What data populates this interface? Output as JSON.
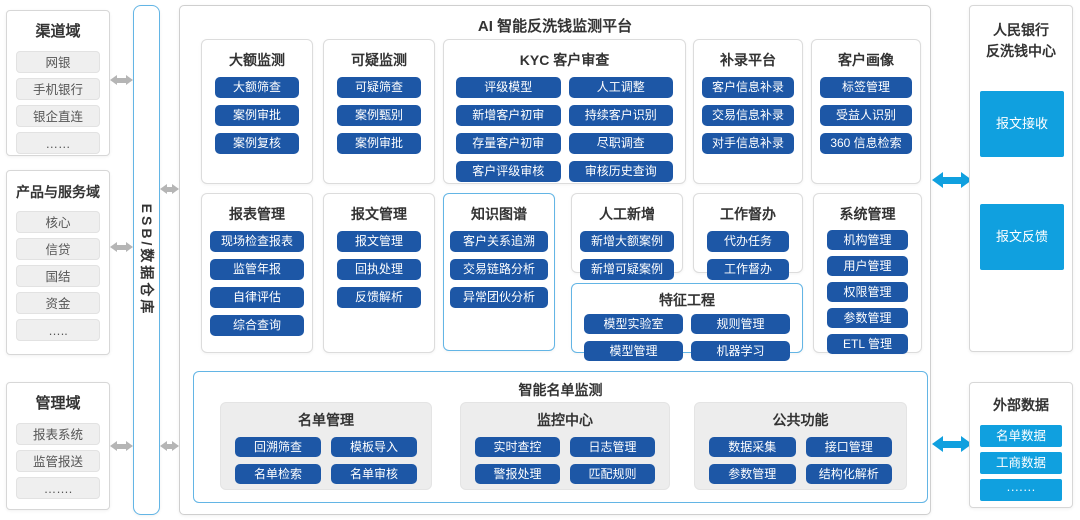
{
  "colors": {
    "module_button_blue": "#1d57a6",
    "bright_cyan_blue": "#10a0df",
    "light_blue_border": "#63b5e5",
    "gray_arrow": "#b5b5b5"
  },
  "left_domains": [
    {
      "title": "渠道域",
      "items": [
        "网银",
        "手机银行",
        "银企直连",
        "……"
      ]
    },
    {
      "title": "产品与服务域",
      "items": [
        "核心",
        "信贷",
        "国结",
        "资金",
        "….."
      ]
    },
    {
      "title": "管理域",
      "items": [
        "报表系统",
        "监管报送",
        "……."
      ]
    }
  ],
  "esb": {
    "label": "ESB/数据仓库"
  },
  "platform": {
    "title": "AI 智能反洗钱监测平台",
    "sections_row1": [
      {
        "title": "大额监测",
        "items": [
          "大额筛查",
          "案例审批",
          "案例复核"
        ]
      },
      {
        "title": "可疑监测",
        "items": [
          "可疑筛查",
          "案例甄别",
          "案例审批"
        ]
      },
      {
        "title": "KYC 客户审查",
        "items": [
          "评级模型",
          "人工调整",
          "新增客户初审",
          "持续客户识别",
          "存量客户初审",
          "尽职调查",
          "客户评级审核",
          "审核历史查询"
        ]
      },
      {
        "title": "补录平台",
        "items": [
          "客户信息补录",
          "交易信息补录",
          "对手信息补录"
        ]
      },
      {
        "title": "客户画像",
        "items": [
          "标签管理",
          "受益人识别",
          "360 信息检索"
        ]
      }
    ],
    "sections_row2": [
      {
        "title": "报表管理",
        "items": [
          "现场检查报表",
          "监管年报",
          "自律评估",
          "综合查询"
        ]
      },
      {
        "title": "报文管理",
        "items": [
          "报文管理",
          "回执处理",
          "反馈解析"
        ]
      },
      {
        "title": "知识图谱",
        "items": [
          "客户关系追溯",
          "交易链路分析",
          "异常团伙分析"
        ]
      },
      {
        "title": "人工新增",
        "items": [
          "新增大额案例",
          "新增可疑案例"
        ]
      },
      {
        "title": "工作督办",
        "items": [
          "代办任务",
          "工作督办"
        ]
      },
      {
        "title": "系统管理",
        "items": [
          "机构管理",
          "用户管理",
          "权限管理",
          "参数管理",
          "ETL 管理"
        ]
      }
    ],
    "feature_engineering": {
      "title": "特征工程",
      "items": [
        "模型实验室",
        "规则管理",
        "模型管理",
        "机器学习"
      ]
    },
    "smart_list": {
      "title": "智能名单监测",
      "groups": [
        {
          "title": "名单管理",
          "items": [
            "回溯筛查",
            "模板导入",
            "名单检索",
            "名单审核"
          ]
        },
        {
          "title": "监控中心",
          "items": [
            "实时查控",
            "日志管理",
            "警报处理",
            "匹配规则"
          ]
        },
        {
          "title": "公共功能",
          "items": [
            "数据采集",
            "接口管理",
            "参数管理",
            "结构化解析"
          ]
        }
      ]
    }
  },
  "right_panels": {
    "pboc": {
      "title_line1": "人民银行",
      "title_line2": "反洗钱中心",
      "items": [
        "报文接收",
        "报文反馈"
      ]
    },
    "external": {
      "title": "外部数据",
      "items": [
        "名单数据",
        "工商数据",
        "·······"
      ]
    }
  }
}
